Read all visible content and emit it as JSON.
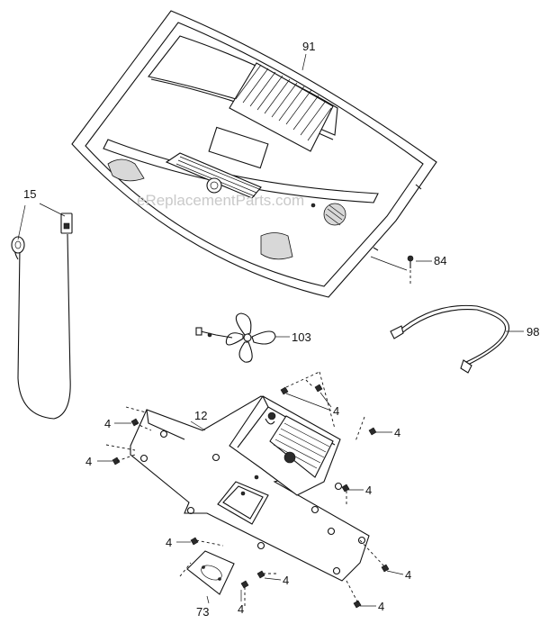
{
  "watermark": "eReplacementParts.com",
  "callouts": {
    "hood": "91",
    "wire_harness": "15",
    "screw_84": "84",
    "fan": "103",
    "cable": "98",
    "bracket": "12",
    "cover": "73",
    "screw": "4"
  }
}
